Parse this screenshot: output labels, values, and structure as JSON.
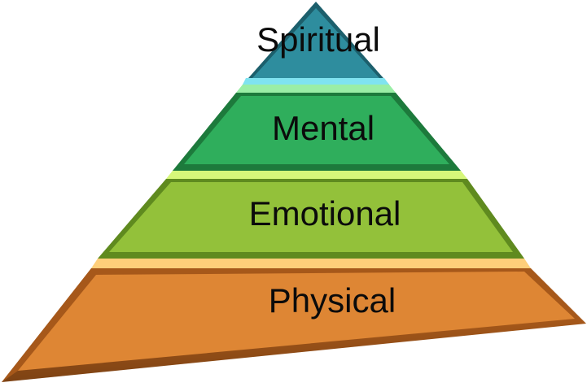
{
  "diagram": {
    "type": "pyramid",
    "tiers": [
      {
        "label": "Spiritual",
        "color": "#2e8d9e",
        "highlight": "#7fe3f0",
        "shade": "#1c5f6c"
      },
      {
        "label": "Mental",
        "color": "#2fae5c",
        "highlight": "#9aeea6",
        "shade": "#1d7a3c"
      },
      {
        "label": "Emotional",
        "color": "#93c13a",
        "highlight": "#d6f77a",
        "shade": "#5f8a1f"
      },
      {
        "label": "Physical",
        "color": "#de8634",
        "highlight": "#ffcf7a",
        "shade": "#a6581a"
      }
    ]
  }
}
